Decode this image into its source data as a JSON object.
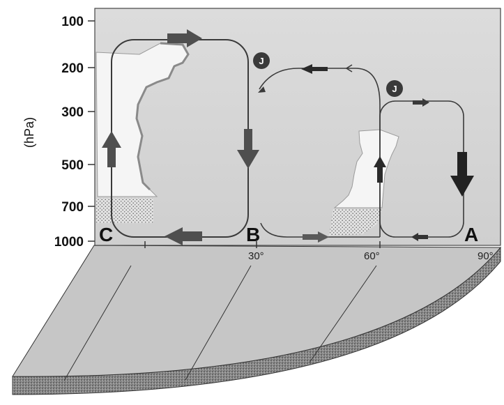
{
  "y_axis": {
    "unit": "(hPa)",
    "ticks": [
      "100",
      "200",
      "300",
      "500",
      "700",
      "1000"
    ]
  },
  "latitudes": [
    "30°",
    "60°",
    "90°"
  ],
  "points": {
    "a": "A",
    "b": "B",
    "c": "C"
  },
  "jet_streams": [
    "J",
    "J"
  ],
  "colors": {
    "panel": "#d7d7d7",
    "cloud": "#f4f4f4",
    "arrow": "#4f4f4f",
    "arrow_dark": "#222222",
    "earth": "#c8c8c8"
  }
}
